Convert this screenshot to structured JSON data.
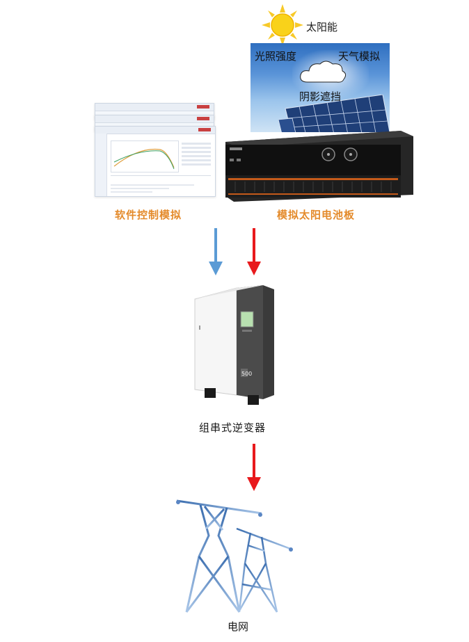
{
  "sun": {
    "label": "太阳能",
    "icon": "sun-icon"
  },
  "sky": {
    "light_label": "光照强度",
    "weather_label": "天气模拟",
    "shadow_label": "阴影遮挡",
    "icons": [
      "cloud-icon",
      "solar-panel-icon"
    ]
  },
  "sources": {
    "software_label": "软件控制模拟",
    "simulator_label": "模拟太阳电池板"
  },
  "inverter": {
    "label": "组串式逆变器",
    "model_text": "500"
  },
  "grid": {
    "label": "电网",
    "icon": "transmission-tower-icon"
  },
  "colors": {
    "accent_orange": "#E48B2C",
    "arrow_blue": "#5B9BD5",
    "arrow_red": "#E8191C"
  }
}
